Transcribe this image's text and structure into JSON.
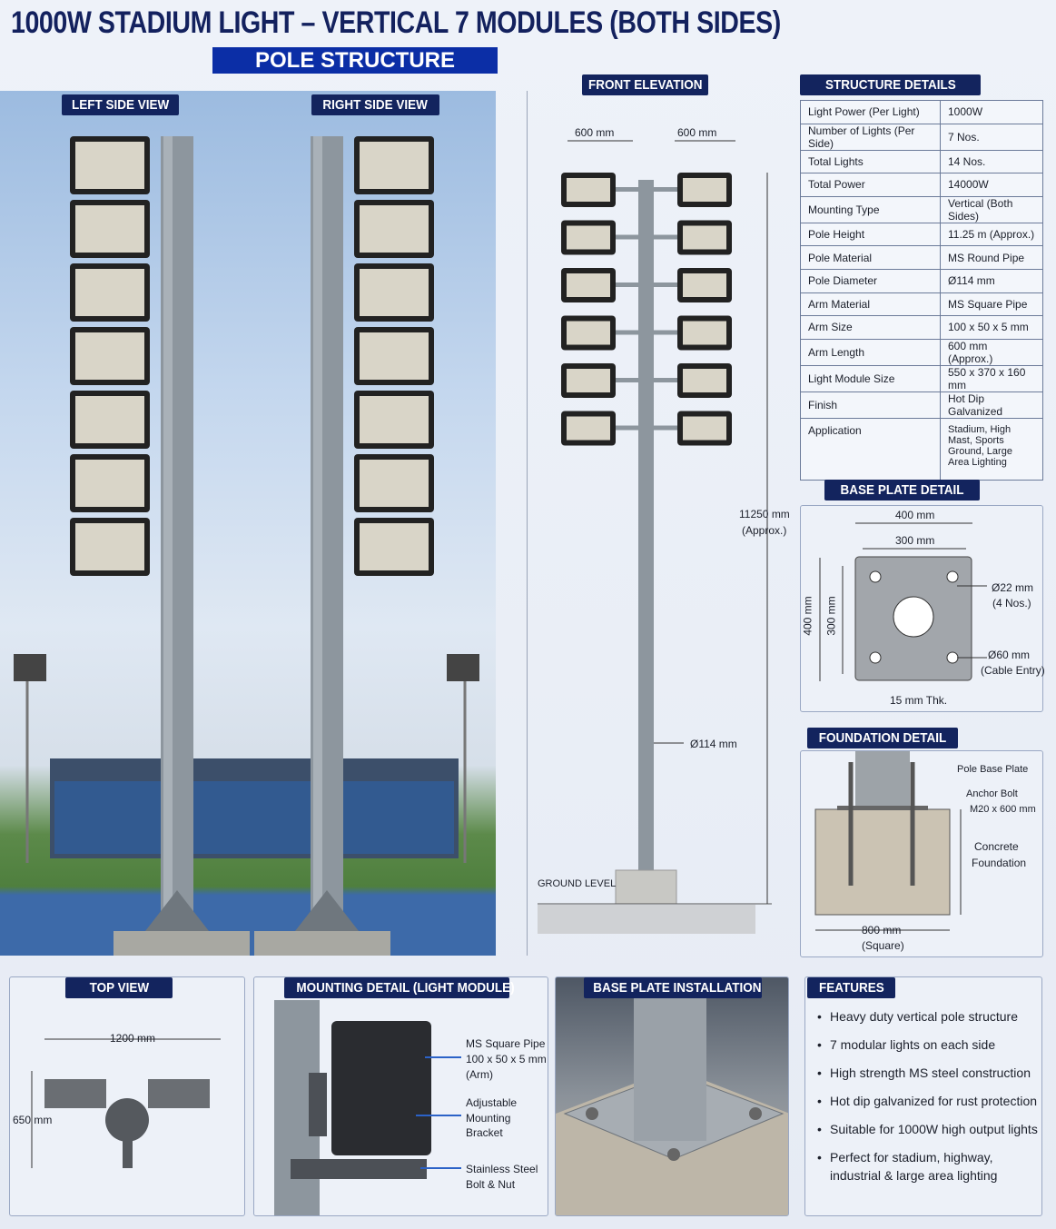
{
  "title": "1000W STADIUM LIGHT – VERTICAL 7 MODULES (BOTH SIDES)",
  "banner": "POLE STRUCTURE",
  "views": {
    "left": "LEFT SIDE VIEW",
    "right": "RIGHT SIDE VIEW",
    "front": "FRONT ELEVATION"
  },
  "front": {
    "arm_left": "600 mm",
    "arm_right": "600 mm",
    "height": "11250 mm",
    "height_note": "(Approx.)",
    "diameter": "Ø114 mm",
    "ground": "GROUND LEVEL"
  },
  "structure": {
    "title": "STRUCTURE DETAILS",
    "rows": [
      [
        "Light Power (Per Light)",
        "1000W"
      ],
      [
        "Number of Lights (Per Side)",
        "7 Nos."
      ],
      [
        "Total Lights",
        "14 Nos."
      ],
      [
        "Total Power",
        "14000W"
      ],
      [
        "Mounting Type",
        "Vertical (Both Sides)"
      ],
      [
        "Pole Height",
        "11.25 m (Approx.)"
      ],
      [
        "Pole Material",
        "MS Round Pipe"
      ],
      [
        "Pole Diameter",
        "Ø114 mm"
      ],
      [
        "Arm Material",
        "MS Square Pipe"
      ],
      [
        "Arm Size",
        "100 x 50 x 5 mm"
      ],
      [
        "Arm Length",
        "600 mm (Approx.)"
      ],
      [
        "Light Module Size",
        "550 x 370 x 160 mm"
      ],
      [
        "Finish",
        "Hot Dip Galvanized"
      ],
      [
        "Application",
        "Stadium, High Mast, Sports Ground, Large Area Lighting"
      ]
    ]
  },
  "base_plate": {
    "title": "BASE PLATE DETAIL",
    "outer_w": "400 mm",
    "inner_w": "300 mm",
    "outer_h": "400 mm",
    "inner_h": "300 mm",
    "hole": "Ø22 mm",
    "hole_qty": "(4 Nos.)",
    "cable": "Ø60 mm",
    "cable_note": "(Cable Entry)",
    "thickness": "15 mm Thk."
  },
  "foundation": {
    "title": "FOUNDATION DETAIL",
    "plate": "Pole Base Plate",
    "bolt": "Anchor Bolt",
    "bolt_size": "M20 x 600 mm",
    "concrete": "Concrete",
    "concrete2": "Foundation",
    "width": "800 mm",
    "width_note": "(Square)"
  },
  "top_view": {
    "title": "TOP VIEW",
    "width": "1200 mm",
    "depth": "650 mm"
  },
  "mounting": {
    "title": "MOUNTING DETAIL (LIGHT MODULE)",
    "c1": "MS Square Pipe",
    "c1b": "100 x 50 x 5 mm",
    "c1c": "(Arm)",
    "c2": "Adjustable",
    "c2b": "Mounting",
    "c2c": "Bracket",
    "c3": "Stainless Steel",
    "c3b": "Bolt & Nut"
  },
  "install": {
    "title": "BASE PLATE INSTALLATION"
  },
  "features": {
    "title": "FEATURES",
    "items": [
      "Heavy duty vertical pole structure",
      "7 modular lights on each side",
      "High strength MS steel construction",
      "Hot dip galvanized for rust protection",
      "Suitable for 1000W high output lights",
      "Perfect for stadium, highway, industrial & large area lighting"
    ]
  }
}
